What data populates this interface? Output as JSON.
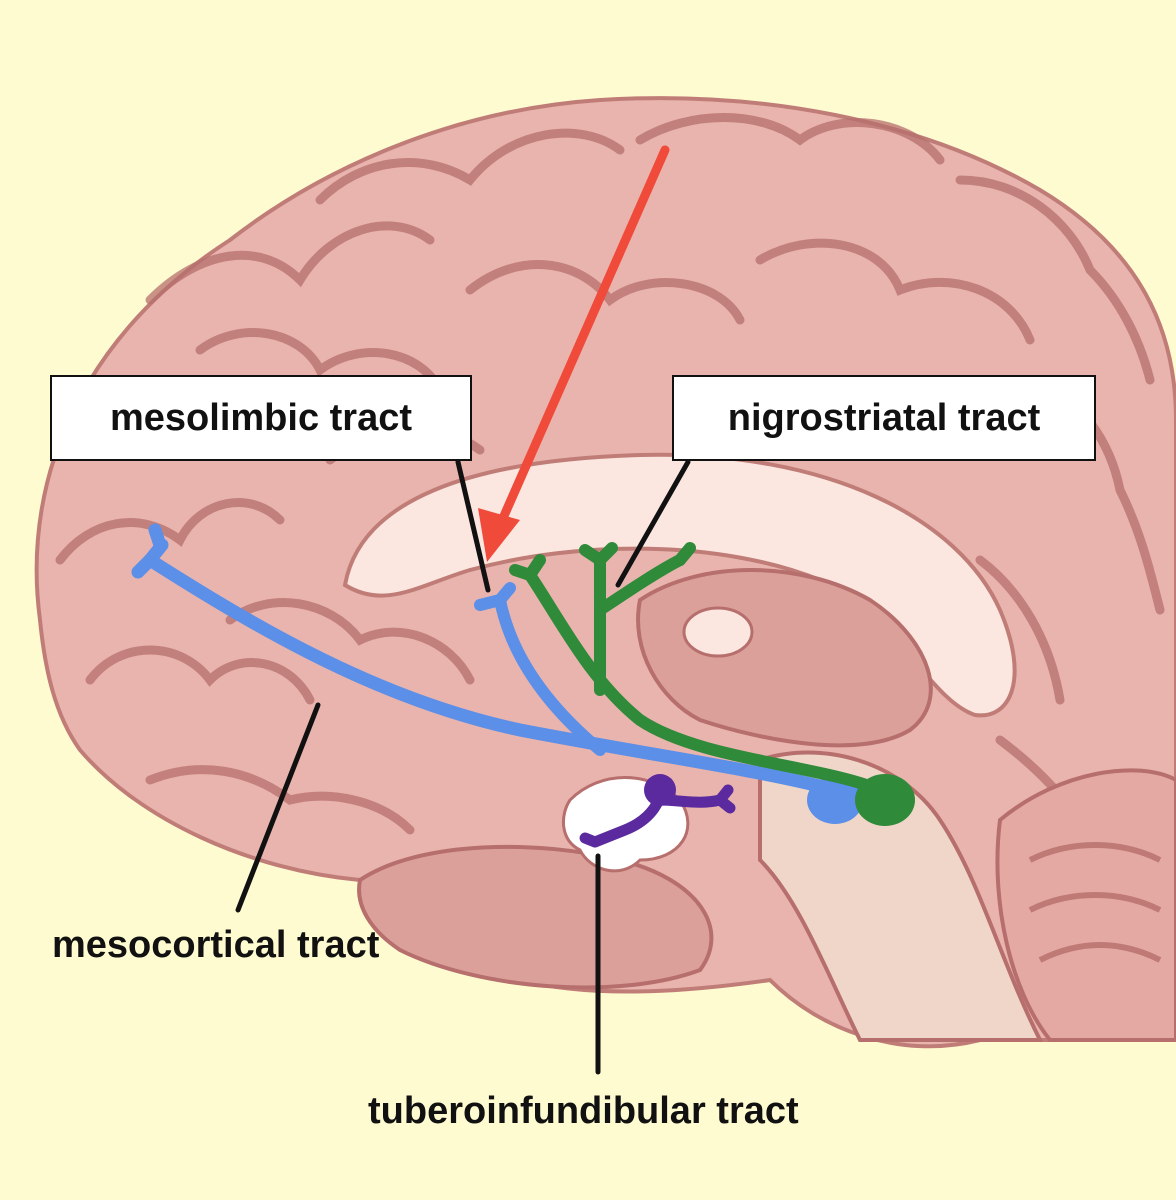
{
  "labels": {
    "mesolimbic": "mesolimbic tract",
    "nigrostriatal": "nigrostriatal tract",
    "mesocortical": "mesocortical tract",
    "tuberoinfundibular": "tuberoinfundibular tract"
  },
  "colors": {
    "background": "#fffbd1",
    "brain_tissue": "#e9b4ad",
    "gyri_outline": "#b66f6c",
    "corpus_callosum": "#fbe7df",
    "mesolimbic_mesocortical_path": "#5b8fe8",
    "nigrostriatal_path": "#2f8a3a",
    "tuberoinfundibular_path": "#5a2a9e",
    "pointer_arrow": "#f04a3a",
    "leader_lines": "#111111"
  }
}
